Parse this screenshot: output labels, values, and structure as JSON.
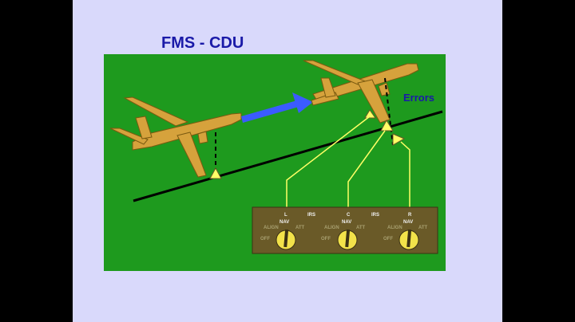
{
  "slide": {
    "title": "FMS - CDU",
    "errors_label": "Errors"
  },
  "irs_panel": {
    "labels": [
      "IRS",
      "IRS"
    ],
    "units": [
      {
        "id": "L",
        "nav": "NAV",
        "align": "ALIGN",
        "att": "ATT",
        "off": "OFF"
      },
      {
        "id": "C",
        "nav": "NAV",
        "align": "ALIGN",
        "att": "ATT",
        "off": "OFF"
      },
      {
        "id": "R",
        "nav": "NAV",
        "align": "ALIGN",
        "att": "ATT",
        "off": "OFF"
      }
    ]
  },
  "colors": {
    "background": "#1e9a1e",
    "aircraft": "#d6a23c",
    "panel": "#6a5a28",
    "indicator": "#ffff66",
    "arrow": "#3b5bff",
    "slide": "#d9d9fb",
    "title": "#1a1aa8"
  }
}
